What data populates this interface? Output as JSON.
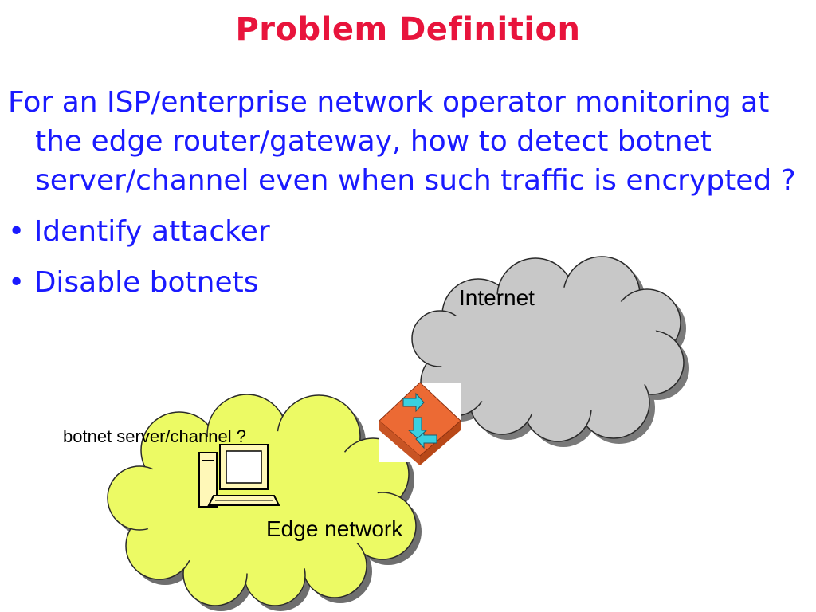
{
  "slide": {
    "title": "Problem Definition",
    "paragraph": "For an ISP/enterprise network operator monitoring at the edge router/gateway, how to detect botnet server/channel even when such traffic is encrypted ?",
    "bullets": [
      "Identify attacker",
      "Disable botnets"
    ]
  },
  "diagram": {
    "internet_label": "Internet",
    "edge_network_label": "Edge network",
    "server_label": "botnet server/channel ?",
    "icons": [
      "internet-cloud-icon",
      "edge-network-cloud-icon",
      "router-icon",
      "computer-icon"
    ]
  },
  "colors": {
    "title": "#e8143c",
    "body_text": "#1a1aff",
    "internet_cloud": "#c8c8c8",
    "edge_cloud": "#ecfa64",
    "router": "#ec6a34",
    "router_arrows": "#3ad0e0"
  }
}
